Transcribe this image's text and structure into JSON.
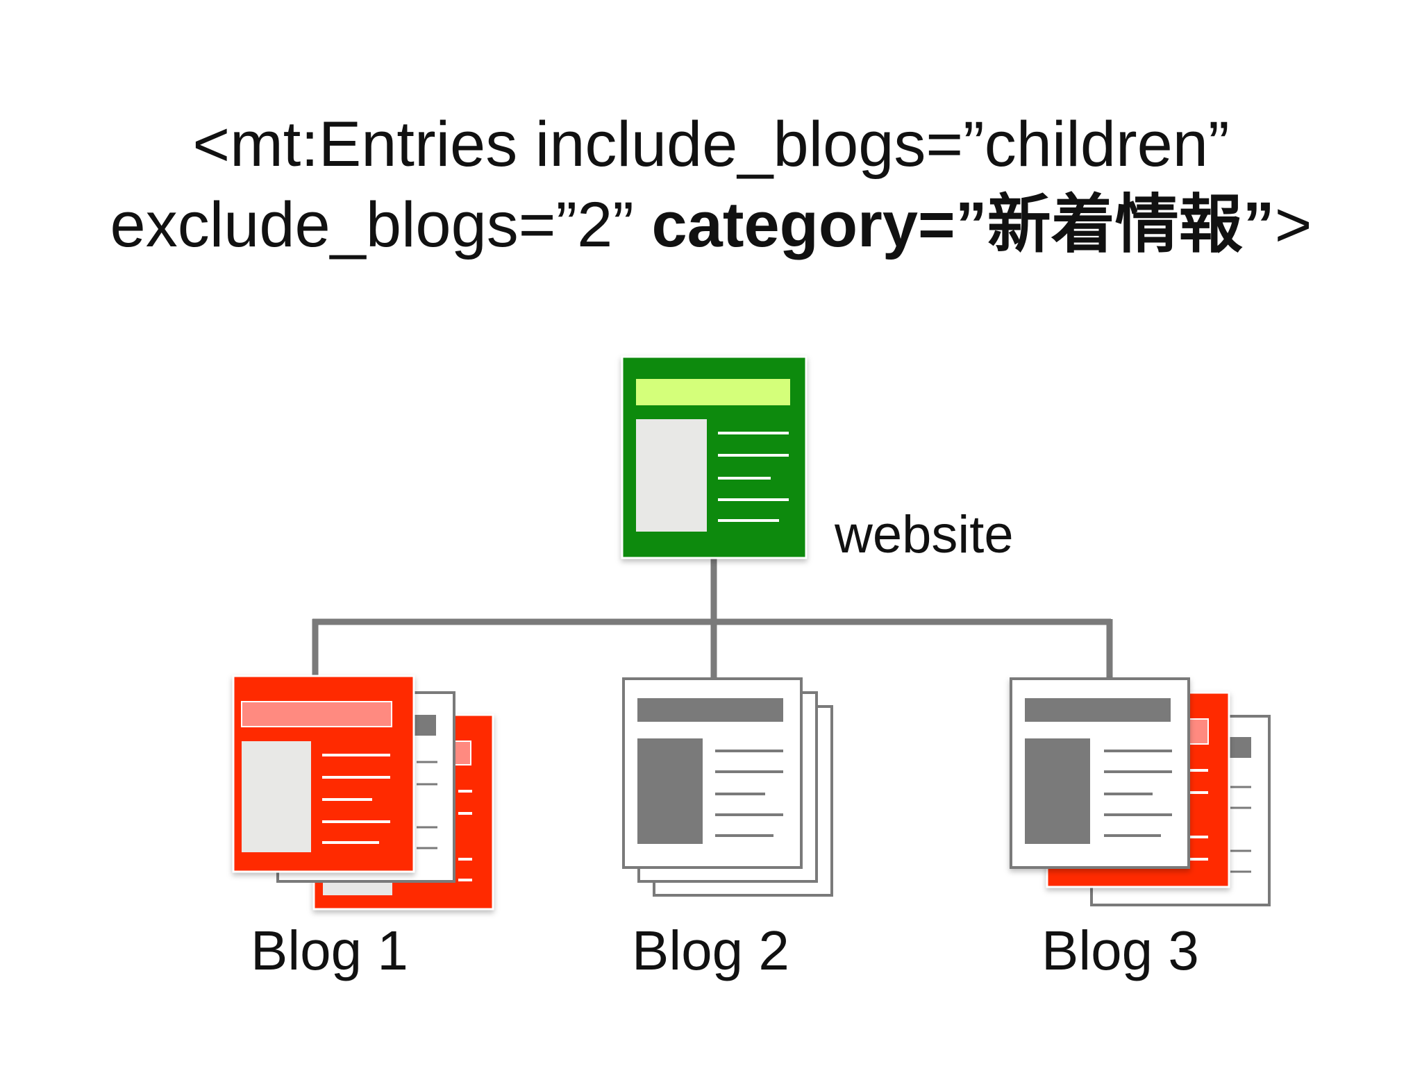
{
  "title": {
    "line1": "<mt:Entries include_blogs=”children”",
    "line2_regular": "exclude_blogs=”2” ",
    "line2_bold": "category=”新着情報”",
    "line2_end": ">"
  },
  "nodes": {
    "website": {
      "label": "website",
      "color": "#0a8a0a"
    },
    "blog1": {
      "label": "Blog 1",
      "color": "#ff2a00"
    },
    "blog2": {
      "label": "Blog 2",
      "color": "#7a7a7a"
    },
    "blog3": {
      "label": "Blog 3",
      "color": "#ff2a00"
    }
  },
  "colors": {
    "connector": "#7a7a7a",
    "website_header": "#d4ff7a",
    "blog_header_light": "#ff8a80",
    "panel_light": "#e8e8e6",
    "doc_gray": "#7a7a7a"
  }
}
